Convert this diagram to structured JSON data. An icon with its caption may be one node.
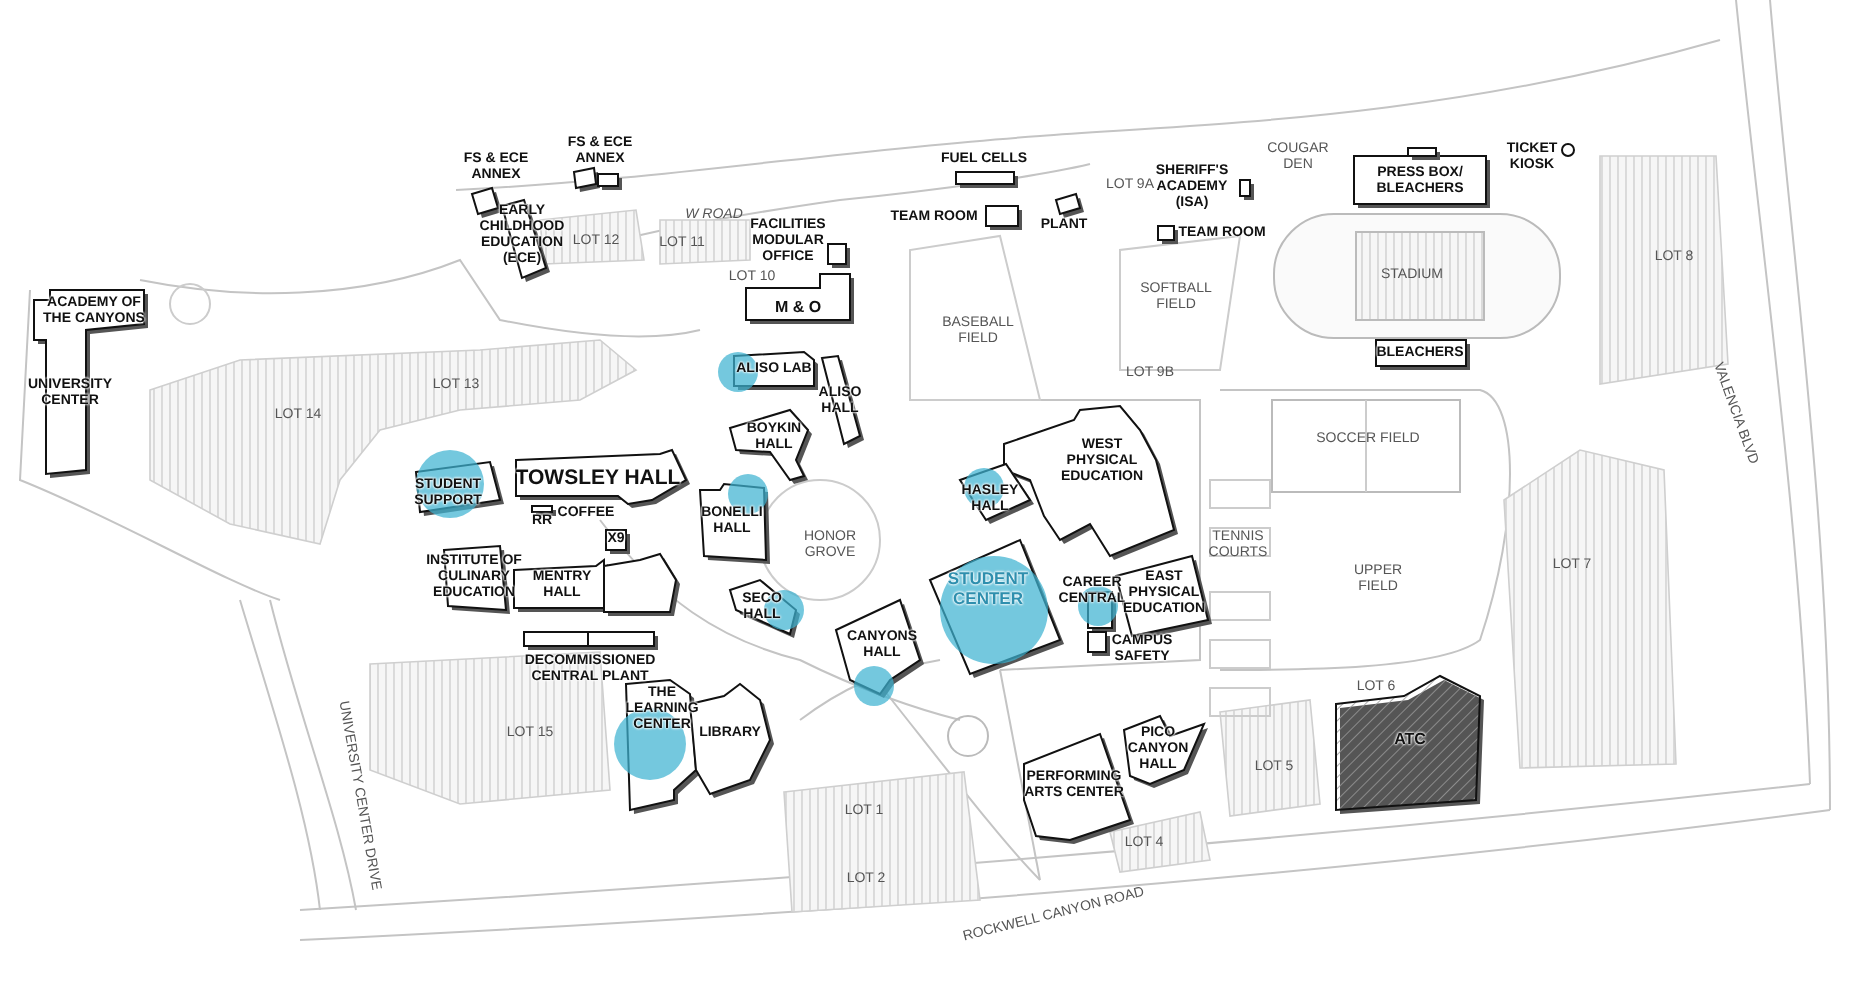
{
  "diagram": {
    "nodes": [
      {
        "text": [
          "FS & ECE ANNEX"
        ]
      },
      {
        "text": [
          "FS & ECE ANNEX"
        ]
      },
      {
        "text": [
          "EARLY CHILDHOOD EDUCATION (ECE)"
        ]
      },
      {
        "text": [
          "FUEL CELLS"
        ]
      },
      {
        "text": [
          "SHERIFF'S ACADEMY (ISA)"
        ]
      },
      {
        "text": [
          "PRESS BOX/ BLEACHERS"
        ]
      },
      {
        "text": [
          "TICKET KIOSK"
        ]
      },
      {
        "text": [
          "TEAM ROOM"
        ]
      },
      {
        "text": [
          "PLANT"
        ]
      },
      {
        "text": [
          "FACILITIES MODULAR OFFICE"
        ]
      },
      {
        "text": [
          "TEAM ROOM"
        ]
      },
      {
        "text": [
          "M & O"
        ]
      },
      {
        "text": [
          "ACADEMY OF THE CANYONS",
          "UNIVERSITY CENTER"
        ]
      },
      {
        "text": [
          "BLEACHERS"
        ]
      },
      {
        "text": [
          "ALISO LAB"
        ]
      },
      {
        "text": [
          "ALISO HALL"
        ]
      },
      {
        "text": [
          "BOYKIN HALL"
        ]
      },
      {
        "text": [
          "STUDENT SUPPORT"
        ]
      },
      {
        "text": [
          "TOWSLEY HALL"
        ]
      },
      {
        "text": [
          "WEST PHYSICAL EDUCATION"
        ]
      },
      {
        "text": [
          "HASLEY HALL"
        ]
      },
      {
        "text": [
          "BONELLI HALL"
        ]
      },
      {
        "text": [
          "RR"
        ]
      },
      {
        "text": [
          "X9"
        ]
      },
      {
        "text": [
          "INSTITUTE OF CULINARY EDUCATION"
        ]
      },
      {
        "text": [
          "MENTRY HALL"
        ]
      },
      {
        "text": [
          "STUDENT CENTER"
        ]
      },
      {
        "text": [
          "CAREER CENTRAL"
        ]
      },
      {
        "text": [
          "EAST PHYSICAL EDUCATION"
        ]
      },
      {
        "text": [
          "SECO HALL"
        ]
      },
      {
        "text": [
          "CANYONS HALL"
        ]
      },
      {
        "text": [
          "CAMPUS SAFETY"
        ]
      },
      {
        "text": [
          "DECOMMISSIONED CENTRAL PLANT"
        ]
      },
      {
        "text": [
          "THE LEARNING CENTER"
        ]
      },
      {
        "text": [
          "LIBRARY"
        ]
      },
      {
        "text": [
          "ATC"
        ]
      },
      {
        "text": [
          "PICO CANYON HALL"
        ]
      },
      {
        "text": [
          "PERFORMING ARTS CENTER"
        ]
      },
      {
        "text": [],
        "shape": "box"
      }
    ],
    "labels": [
      "W ROAD",
      "LOT 12",
      "LOT 11",
      "COUGAR DEN",
      "LOT 9A",
      "LOT 10",
      "LOT 8",
      "STADIUM",
      "SOFTBALL FIELD",
      "BASEBALL FIELD",
      "LOT 9B",
      "LOT 13",
      "VALENCIA BLVD",
      "LOT 14",
      "SOCCER FIELD",
      "COFFEE",
      "HONOR GROVE",
      "TENNIS COURTS",
      "LOT 7",
      "UPPER FIELD",
      "LOT 6",
      "LOT 15",
      "LOT 5",
      "UNIVERSITY CENTER DRIVE",
      "LOT 1",
      "LOT 4",
      "LOT 2",
      "ROCKWELL CANYON ROAD"
    ]
  }
}
